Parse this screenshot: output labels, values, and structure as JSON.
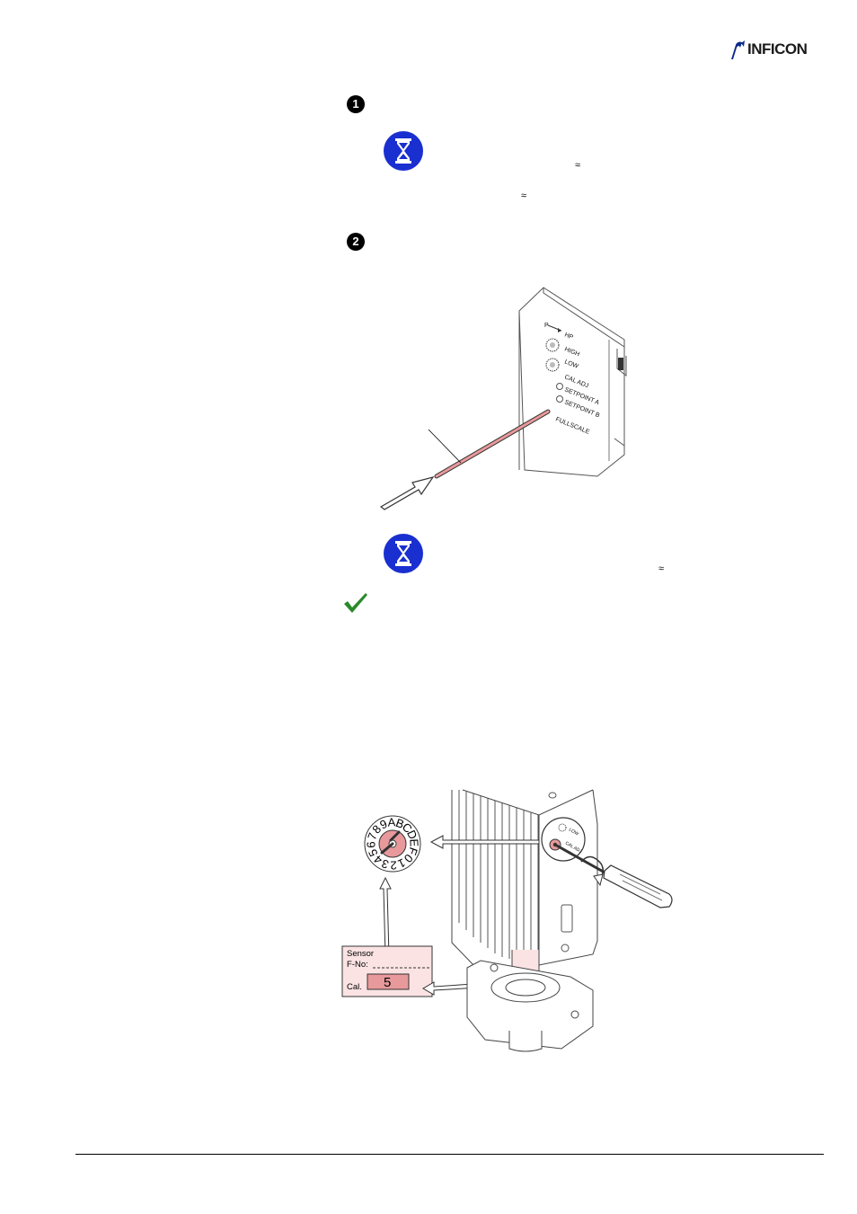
{
  "header": {
    "logo_text": "INFICON"
  },
  "steps": [
    {
      "marker": "1"
    },
    {
      "marker": "2"
    }
  ],
  "wait_notes": [
    {
      "icon": "hourglass-icon",
      "approx_symbols": [
        "≈",
        "≈"
      ]
    },
    {
      "icon": "hourglass-icon",
      "approx_symbols": [
        "≈"
      ]
    }
  ],
  "check_icon": "checkmark-icon",
  "figure1": {
    "panel_labels": [
      "P",
      "HP",
      "HIGH",
      "LOW",
      "CAL ADJ",
      "SETPOINT A",
      "SETPOINT B",
      "FULLSCALE"
    ]
  },
  "figure2": {
    "dial_chars": [
      "7",
      "8",
      "9",
      "A",
      "B",
      "C",
      "D",
      "E",
      "F",
      "0",
      "1",
      "2",
      "3",
      "4",
      "5",
      "6"
    ],
    "label_card": {
      "sensor": "Sensor",
      "fno": "F-No:",
      "cal": "Cal.",
      "cal_value": "5"
    },
    "colors": {
      "highlight": "#e8999b",
      "card_bg": "#fbe3e3"
    }
  }
}
